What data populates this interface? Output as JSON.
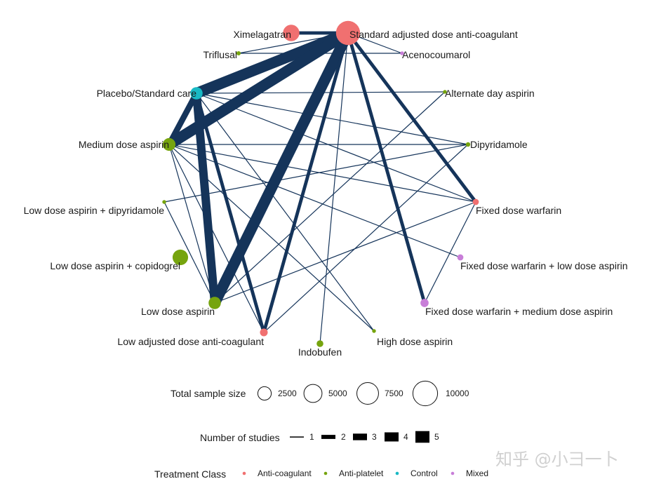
{
  "edge_color": "#15345a",
  "class_colors": {
    "Anti-coagulant": "#f07070",
    "Anti-platelet": "#76a40e",
    "Control": "#19b9c4",
    "Mixed": "#c87ed8"
  },
  "nodes": [
    {
      "id": "sadac",
      "label": "Standard adjusted dose anti-coagulant",
      "class": "Anti-coagulant",
      "sample_size": 9500
    },
    {
      "id": "acen",
      "label": "Acenocoumarol",
      "class": "Mixed",
      "sample_size": 50
    },
    {
      "id": "alt",
      "label": "Alternate day aspirin",
      "class": "Anti-platelet",
      "sample_size": 50
    },
    {
      "id": "dipy",
      "label": "Dipyridamole",
      "class": "Anti-platelet",
      "sample_size": 100
    },
    {
      "id": "fdw",
      "label": "Fixed dose warfarin",
      "class": "Anti-coagulant",
      "sample_size": 300
    },
    {
      "id": "fdwl",
      "label": "Fixed dose warfarin + low dose aspirin",
      "class": "Mixed",
      "sample_size": 300
    },
    {
      "id": "fdwm",
      "label": "Fixed dose warfarin + medium dose aspirin",
      "class": "Mixed",
      "sample_size": 700
    },
    {
      "id": "hda",
      "label": "High dose aspirin",
      "class": "Anti-platelet",
      "sample_size": 50
    },
    {
      "id": "indo",
      "label": "Indobufen",
      "class": "Anti-platelet",
      "sample_size": 400
    },
    {
      "id": "ladac",
      "label": "Low adjusted dose anti-coagulant",
      "class": "Anti-coagulant",
      "sample_size": 600
    },
    {
      "id": "lda",
      "label": "Low dose aspirin",
      "class": "Anti-platelet",
      "sample_size": 2000
    },
    {
      "id": "ldac",
      "label": "Low dose aspirin + copidogrel",
      "class": "Anti-platelet",
      "sample_size": 3500
    },
    {
      "id": "ldad",
      "label": "Low dose aspirin + dipyridamole",
      "class": "Anti-platelet",
      "sample_size": 50
    },
    {
      "id": "mda",
      "label": "Medium dose aspirin",
      "class": "Anti-platelet",
      "sample_size": 2200
    },
    {
      "id": "plac",
      "label": "Placebo/Standard care",
      "class": "Control",
      "sample_size": 2000
    },
    {
      "id": "tri",
      "label": "Triflusal",
      "class": "Anti-platelet",
      "sample_size": 80
    },
    {
      "id": "xim",
      "label": "Ximelagatran",
      "class": "Anti-coagulant",
      "sample_size": 4000
    }
  ],
  "edges": [
    {
      "from": "xim",
      "to": "sadac",
      "studies": 2
    },
    {
      "from": "tri",
      "to": "sadac",
      "studies": 1
    },
    {
      "from": "tri",
      "to": "acen",
      "studies": 1
    },
    {
      "from": "acen",
      "to": "sadac",
      "studies": 1
    },
    {
      "from": "plac",
      "to": "sadac",
      "studies": 5
    },
    {
      "from": "mda",
      "to": "sadac",
      "studies": 5
    },
    {
      "from": "lda",
      "to": "sadac",
      "studies": 5
    },
    {
      "from": "ladac",
      "to": "sadac",
      "studies": 2
    },
    {
      "from": "fdw",
      "to": "sadac",
      "studies": 2
    },
    {
      "from": "fdwm",
      "to": "sadac",
      "studies": 2
    },
    {
      "from": "indo",
      "to": "sadac",
      "studies": 1
    },
    {
      "from": "plac",
      "to": "alt",
      "studies": 1
    },
    {
      "from": "plac",
      "to": "mda",
      "studies": 3
    },
    {
      "from": "plac",
      "to": "lda",
      "studies": 4
    },
    {
      "from": "plac",
      "to": "ladac",
      "studies": 2
    },
    {
      "from": "plac",
      "to": "dipy",
      "studies": 1
    },
    {
      "from": "plac",
      "to": "fdw",
      "studies": 1
    },
    {
      "from": "plac",
      "to": "hda",
      "studies": 1
    },
    {
      "from": "mda",
      "to": "dipy",
      "studies": 1
    },
    {
      "from": "mda",
      "to": "fdw",
      "studies": 1
    },
    {
      "from": "mda",
      "to": "fdwl",
      "studies": 1
    },
    {
      "from": "mda",
      "to": "hda",
      "studies": 1
    },
    {
      "from": "mda",
      "to": "ladac",
      "studies": 1
    },
    {
      "from": "mda",
      "to": "lda",
      "studies": 1
    },
    {
      "from": "ldad",
      "to": "dipy",
      "studies": 1
    },
    {
      "from": "ldad",
      "to": "lda",
      "studies": 1
    },
    {
      "from": "lda",
      "to": "alt",
      "studies": 1
    },
    {
      "from": "lda",
      "to": "fdw",
      "studies": 1
    },
    {
      "from": "ladac",
      "to": "dipy",
      "studies": 1
    },
    {
      "from": "fdwm",
      "to": "fdw",
      "studies": 1
    }
  ],
  "legend": {
    "sample_size": {
      "title": "Total sample size",
      "items": [
        2500,
        5000,
        7500,
        10000
      ]
    },
    "studies": {
      "title": "Number of studies",
      "items": [
        1,
        2,
        3,
        4,
        5
      ]
    },
    "class": {
      "title": "Treatment Class",
      "items": [
        "Anti-coagulant",
        "Anti-platelet",
        "Control",
        "Mixed"
      ]
    }
  },
  "watermark": "知乎 @小彐一卜"
}
